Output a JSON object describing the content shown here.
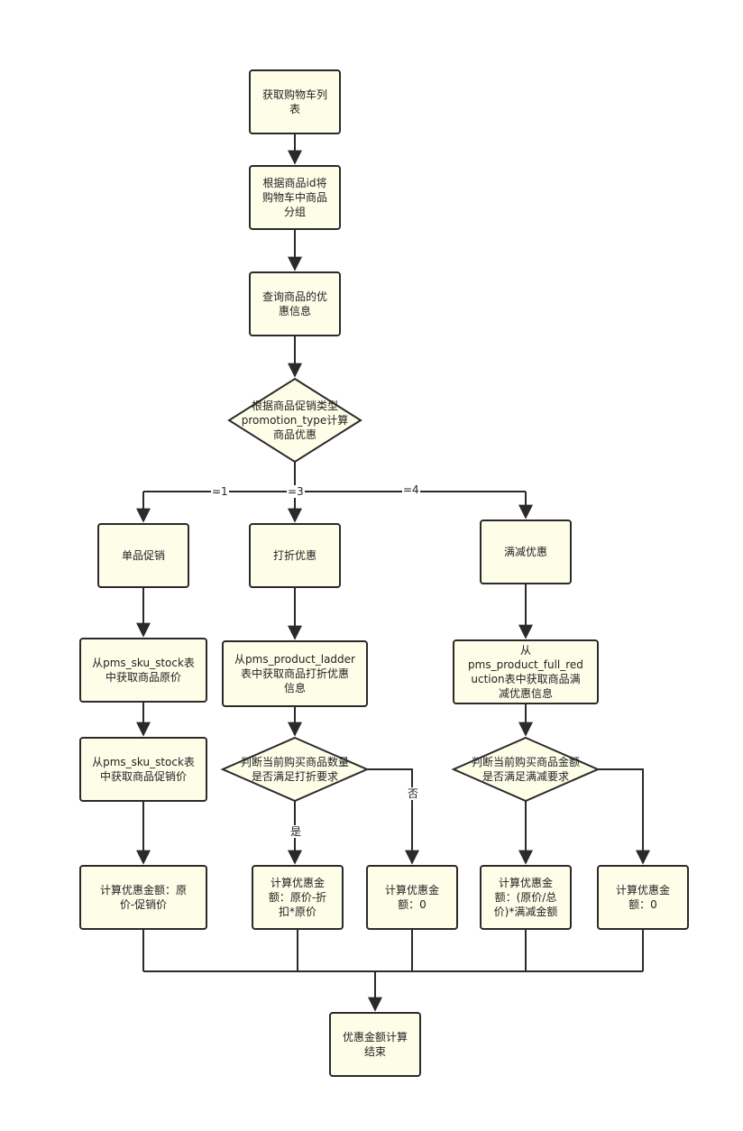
{
  "colors": {
    "node_fill": "#fdfde8",
    "node_stroke": "#2a2a2a",
    "edge": "#2a2a2a",
    "background": "#ffffff"
  },
  "nodes": {
    "get_cart": "获取购物车列\n表",
    "group_by_id": "根据商品id将\n购物车中商品\n分组",
    "query_promo": "查询商品的优\n惠信息",
    "decision_type": "根据商品促销类型\npromotion_type计算\n商品优惠",
    "single_promo": "单品促销",
    "discount_promo": "打折优惠",
    "full_reduction_promo": "满减优惠",
    "get_orig_price": "从pms_sku_stock表\n中获取商品原价",
    "get_ladder": "从pms_product_ladder\n表中获取商品打折优惠\n信息",
    "get_full_reduction": "从\npms_product_full_red\nuction表中获取商品满\n减优惠信息",
    "get_promo_price": "从pms_sku_stock表\n中获取商品促销价",
    "decision_ladder": "判断当前购买商品数量\n是否满足打折要求",
    "decision_full": "判断当前购买商品金额\n是否满足满减要求",
    "calc_single": "计算优惠金额：原\n价-促销价",
    "calc_ladder": "计算优惠金\n额：原价-折\n扣*原价",
    "calc_ladder_zero": "计算优惠金\n额：0",
    "calc_full": "计算优惠金\n额：(原价/总\n价)*满减金额",
    "calc_full_zero": "计算优惠金\n额：0",
    "end": "优惠金额计算\n结束"
  },
  "edge_labels": {
    "type_eq_1": "=1",
    "type_eq_3": "=3",
    "type_eq_4": "=4",
    "ladder_yes": "是",
    "ladder_no": "否"
  }
}
